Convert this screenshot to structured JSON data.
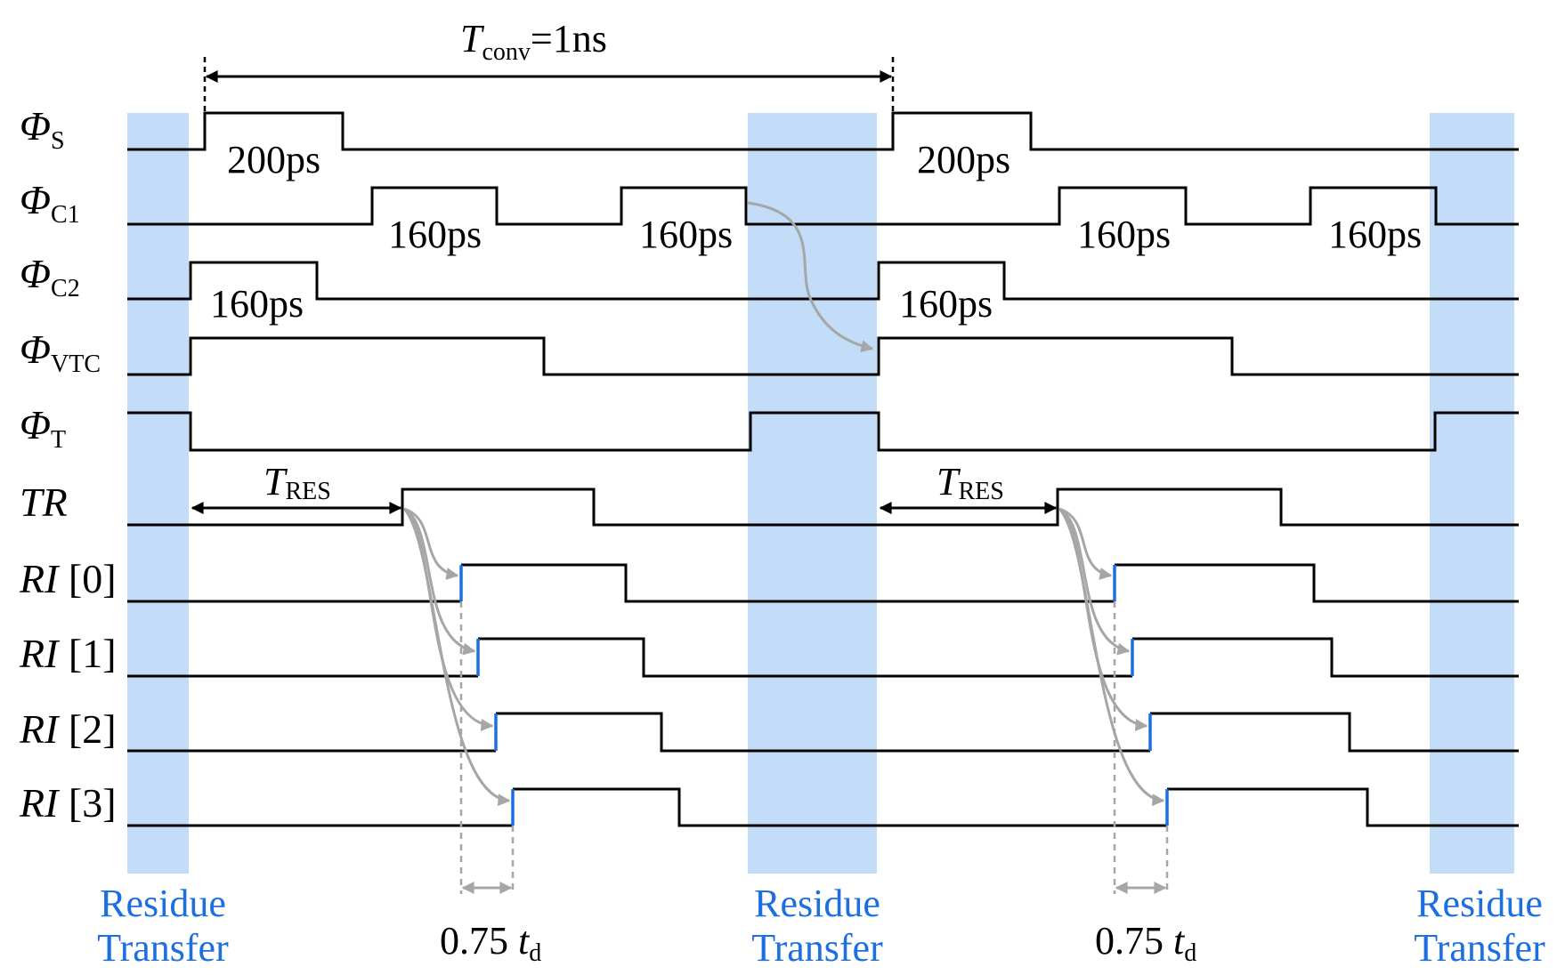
{
  "colors": {
    "band": "#c3dcf8",
    "highlight": "#1c6fe0",
    "label_blue": "#1c6fe0",
    "gray": "#a6a6a6",
    "line": "#000000"
  },
  "signals": [
    {
      "id": "phi_s",
      "main": "Φ",
      "sub": "S"
    },
    {
      "id": "phi_c1",
      "main": "Φ",
      "sub": "C1"
    },
    {
      "id": "phi_c2",
      "main": "Φ",
      "sub": "C2"
    },
    {
      "id": "phi_vtc",
      "main": "Φ",
      "sub": "VTC"
    },
    {
      "id": "phi_t",
      "main": "Φ",
      "sub": "T"
    },
    {
      "id": "tr",
      "main": "TR",
      "sub": ""
    },
    {
      "id": "ri0",
      "main": "RI",
      "sub": "",
      "index": " [0]"
    },
    {
      "id": "ri1",
      "main": "RI",
      "sub": "",
      "index": " [1]"
    },
    {
      "id": "ri2",
      "main": "RI",
      "sub": "",
      "index": " [2]"
    },
    {
      "id": "ri3",
      "main": "RI",
      "sub": "",
      "index": " [3]"
    }
  ],
  "period": {
    "main": "T",
    "sub": "conv",
    "rest": "=1ns"
  },
  "pulse_labels": {
    "s_pulse_1": "200ps",
    "s_pulse_2": "200ps",
    "c1_pulse_1": "160ps",
    "c1_pulse_2": "160ps",
    "c1_pulse_3": "160ps",
    "c1_pulse_4": "160ps",
    "c2_pulse_1": "160ps",
    "c2_pulse_2": "160ps"
  },
  "tres": {
    "main": "T",
    "sub": "RES"
  },
  "delay": {
    "prefix": "0.75 ",
    "main": "t",
    "sub": "d"
  },
  "residue_transfer": {
    "line1": "Residue",
    "line2": "Transfer"
  }
}
